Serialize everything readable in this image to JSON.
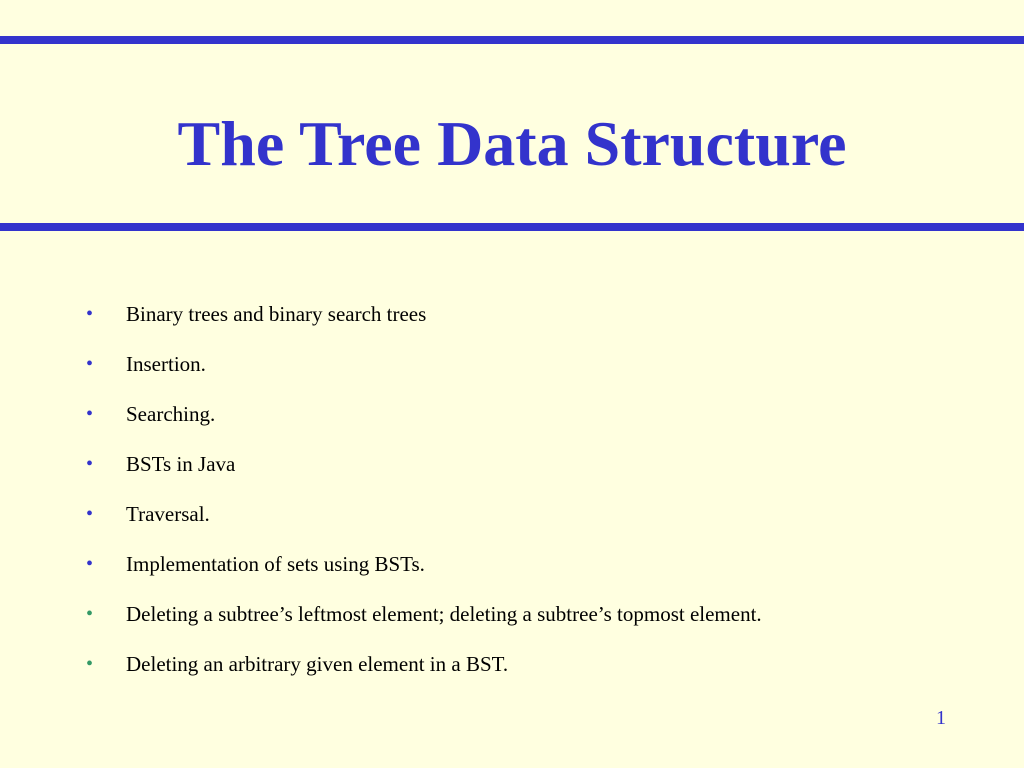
{
  "slide": {
    "title": "The Tree Data Structure",
    "bullet_glyph": "•",
    "bullets": [
      {
        "text": "Binary trees and binary search trees",
        "bullet_color": "#3333cc"
      },
      {
        "text": "Insertion.",
        "bullet_color": "#3333cc"
      },
      {
        "text": "Searching.",
        "bullet_color": "#3333cc"
      },
      {
        "text": "BSTs in Java",
        "bullet_color": "#3333cc"
      },
      {
        "text": "Traversal.",
        "bullet_color": "#3333cc"
      },
      {
        "text": "Implementation of sets using BSTs.",
        "bullet_color": "#3333cc"
      },
      {
        "text": "Deleting a subtree’s leftmost element; deleting a subtree’s topmost element.",
        "bullet_color": "#339966"
      },
      {
        "text": "Deleting an arbitrary given element in a BST.",
        "bullet_color": "#339966"
      }
    ],
    "page_number": "1"
  },
  "colors": {
    "background": "#ffffe0",
    "accent": "#3333cc",
    "text": "#000000"
  }
}
